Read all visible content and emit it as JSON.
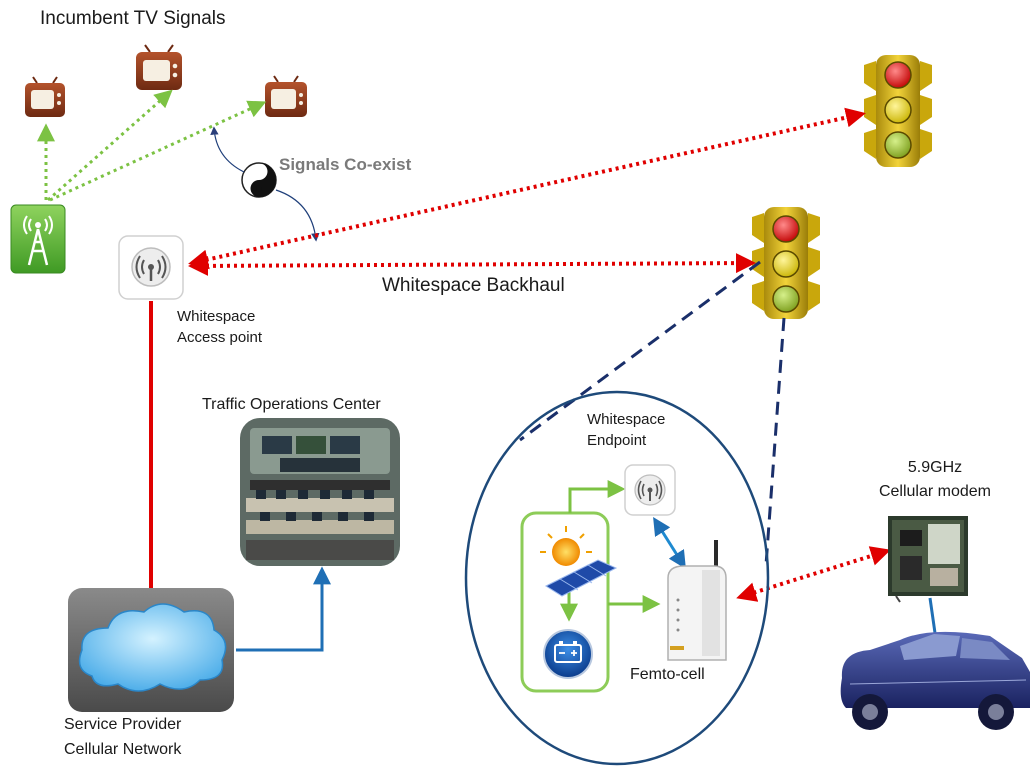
{
  "labels": {
    "incumbent_tv": "Incumbent TV Signals",
    "signals_coexist": "Signals Co-exist",
    "whitespace_backhaul": "Whitespace Backhaul",
    "access_point_line1": "Whitespace",
    "access_point_line2": "Access point",
    "traffic_ops": "Traffic Operations Center",
    "endpoint_line1": "Whitespace",
    "endpoint_line2": "Endpoint",
    "femto": "Femto-cell",
    "modem_line1": "5.9GHz",
    "modem_line2": "Cellular modem",
    "provider_line1": "Service Provider",
    "provider_line2": "Cellular Network"
  },
  "colors": {
    "red_link": "#e00000",
    "blue_link": "#1f6fb5",
    "navy_dash": "#1a2f6a",
    "green_arrow": "#7cc243",
    "tv_brown": "#8b3a1e",
    "tower_green": "#5bb33a"
  },
  "icons": [
    "tv-icon",
    "cell-tower-icon",
    "wireless-access-point-icon",
    "yin-yang-icon",
    "traffic-light-icon",
    "cloud-icon",
    "control-room-photo",
    "solar-panel-icon",
    "battery-icon",
    "femtocell-router-icon",
    "modem-board-icon",
    "car-icon"
  ]
}
